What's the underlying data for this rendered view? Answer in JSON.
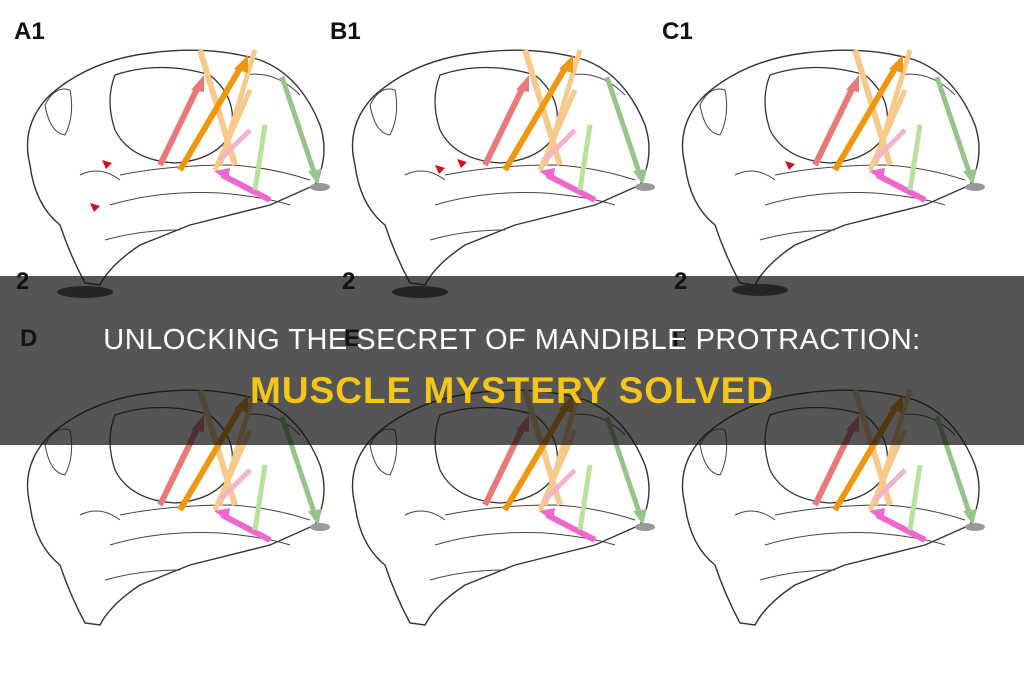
{
  "panels": [
    {
      "label": "A1"
    },
    {
      "label": "B1"
    },
    {
      "label": "C1"
    },
    {
      "label": "2"
    },
    {
      "label": "2"
    },
    {
      "label": "2"
    },
    {
      "label": "D"
    },
    {
      "label": "E"
    },
    {
      "label": "F"
    }
  ],
  "banner": {
    "line1": "UNLOCKING THE SECRET OF MANDIBLE PROTRACTION:",
    "line2": "MUSCLE MYSTERY SOLVED"
  },
  "colors": {
    "red_arrow": "#e8787a",
    "orange_arrow": "#f0960f",
    "peach_arrow": "#f7c98a",
    "pink_arrow": "#ee68d0",
    "light_pink_arrow": "#f4b3c8",
    "light_green_arrow": "#b6e29a",
    "green_arrow": "#97c488",
    "arrowhead_red": "#d0101a",
    "banner_title": "#ffffff",
    "banner_subtitle": "#f5c518"
  }
}
